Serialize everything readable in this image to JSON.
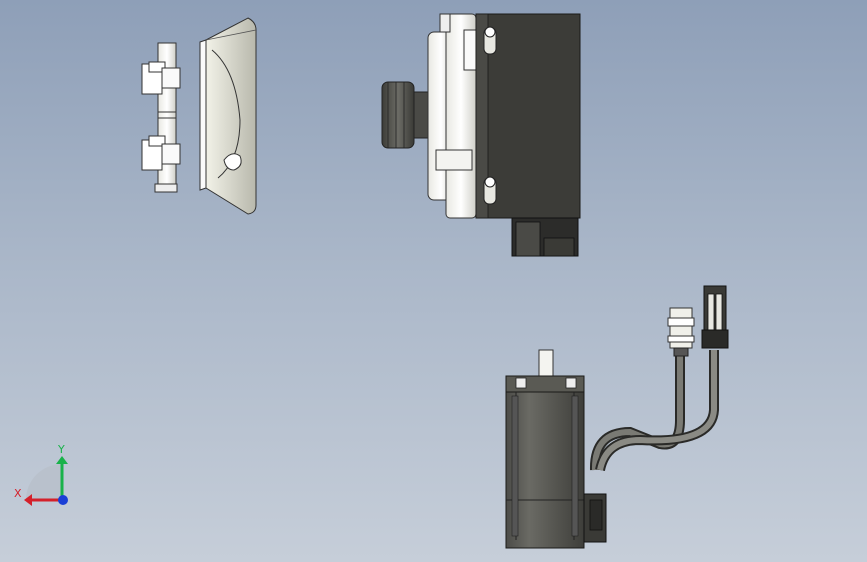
{
  "view": {
    "background_top": "#8e9fb8",
    "background_bottom": "#c6ced9"
  },
  "triad": {
    "x_label": "X",
    "y_label": "Y",
    "x_color": "#d4202a",
    "y_color": "#19b24a",
    "z_color": "#1a3fd6"
  },
  "parts": [
    "shaft-with-keys",
    "lens-cover",
    "camera-body",
    "servo-motor"
  ]
}
